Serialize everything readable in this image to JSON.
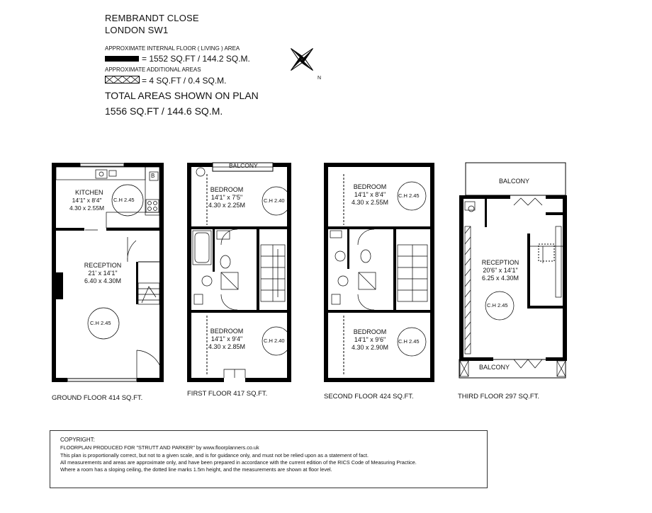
{
  "header": {
    "address_line1": "REMBRANDT CLOSE",
    "address_line2": "LONDON SW1",
    "living_area_label": "APPROXIMATE INTERNAL FLOOR ( LIVING ) AREA",
    "living_area_value": "= 1552 SQ.FT / 144.2 SQ.M.",
    "additional_area_label": "APPROXIMATE ADDITIONAL AREAS",
    "additional_area_value": "= 4 SQ.FT / 0.4 SQ.M.",
    "total_label": "TOTAL AREAS SHOWN ON PLAN",
    "total_value": "1556 SQ.FT / 144.6 SQ.M."
  },
  "compass": {
    "icon": "compass-north-arrow-icon",
    "letter": "N"
  },
  "floors": [
    {
      "label": "GROUND FLOOR 414 SQ.FT.",
      "rooms": [
        {
          "name": "KITCHEN",
          "imperial": "14'1\" x 8'4\"",
          "metric": "4.30 x 2.55M"
        },
        {
          "name": "RECEPTION",
          "imperial": "21' x 14'1\"",
          "metric": "6.40 x 4.30M"
        }
      ],
      "ceiling_heights": [
        "C.H 2.45",
        "C.H 2.45"
      ],
      "boiler_label": "B"
    },
    {
      "label": "FIRST FLOOR 417 SQ.FT.",
      "balcony": "BALCONY",
      "rooms": [
        {
          "name": "BEDROOM",
          "imperial": "14'1\" x 7'5\"",
          "metric": "4.30 x 2.25M"
        },
        {
          "name": "BEDROOM",
          "imperial": "14'1\" x 9'4\"",
          "metric": "4.30 x 2.85M"
        }
      ],
      "ceiling_heights": [
        "C.H 2.40",
        "C.H 2.40"
      ]
    },
    {
      "label": "SECOND FLOOR 424 SQ.FT.",
      "rooms": [
        {
          "name": "BEDROOM",
          "imperial": "14'1\" x 8'4\"",
          "metric": "4.30 x 2.55M"
        },
        {
          "name": "BEDROOM",
          "imperial": "14'1\" x 9'6\"",
          "metric": "4.30 x 2.90M"
        }
      ],
      "ceiling_heights": [
        "C.H 2.45",
        "C.H 2.45"
      ]
    },
    {
      "label": "THIRD FLOOR 297 SQ.FT.",
      "balcony_top": "BALCONY",
      "balcony_bottom": "BALCONY",
      "rooms": [
        {
          "name": "RECEPTION",
          "imperial": "20'6\" x 14'1\"",
          "metric": "6.25 x 4.30M"
        }
      ],
      "ceiling_heights": [
        "C.H 2.45"
      ]
    }
  ],
  "copyright": {
    "heading": "COPYRIGHT:",
    "producer": "FLOORPLAN PRODUCED FOR \"STRUTT AND PARKER\" by www.floorplanners.co.uk",
    "line1": "This plan is proportionally correct, but not to a given scale, and is for guidance only, and must not be relied upon as a statement of fact.",
    "line2": "All measurements and areas are approximate only, and have been prepared in accordance with the current edition of the RICS Code of Measuring Practice.",
    "line3": "Where a room has a sloping ceiling, the dotted line marks 1.5m height, and the measurements are shown at floor level."
  }
}
